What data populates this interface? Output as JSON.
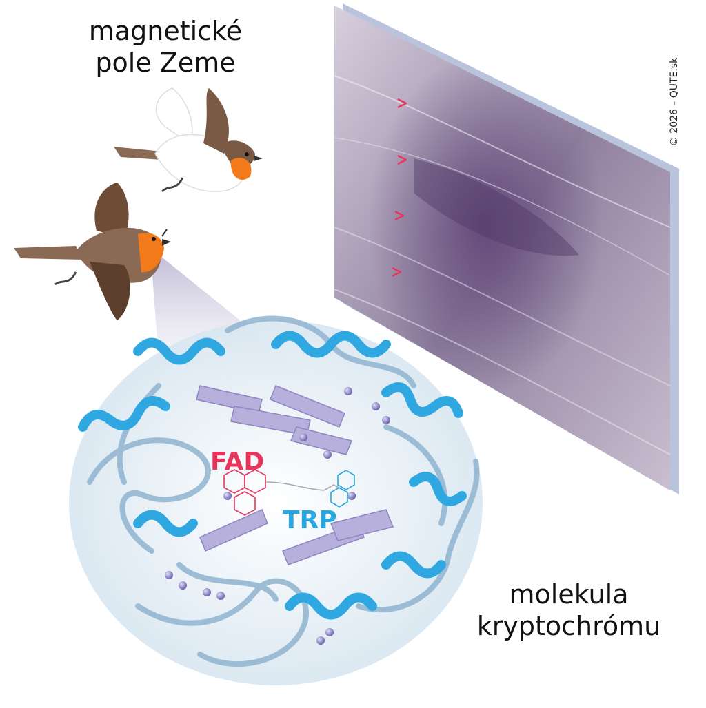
{
  "labels": {
    "title_line1": "magnetické",
    "title_line2": "pole Zeme",
    "molecule_line1": "molekula",
    "molecule_line2": "kryptochrómu",
    "fad": "FAD",
    "trp": "TRP",
    "copyright": "© 2026 – QUTE.sk"
  },
  "colors": {
    "arrow_start": "#a9dff5",
    "arrow_mid": "#6a5aa8",
    "arrow_end": "#e8345a",
    "helix": "#2fa7e0",
    "loop": "#8fb4cf",
    "sheet": "#b7b0dd",
    "fad": "#e8345a",
    "trp": "#27a8e0",
    "panel": "#8f7f9e"
  },
  "icons": [
    "robin-bird-icon",
    "robin-bird-icon",
    "field-arrow-icon"
  ]
}
